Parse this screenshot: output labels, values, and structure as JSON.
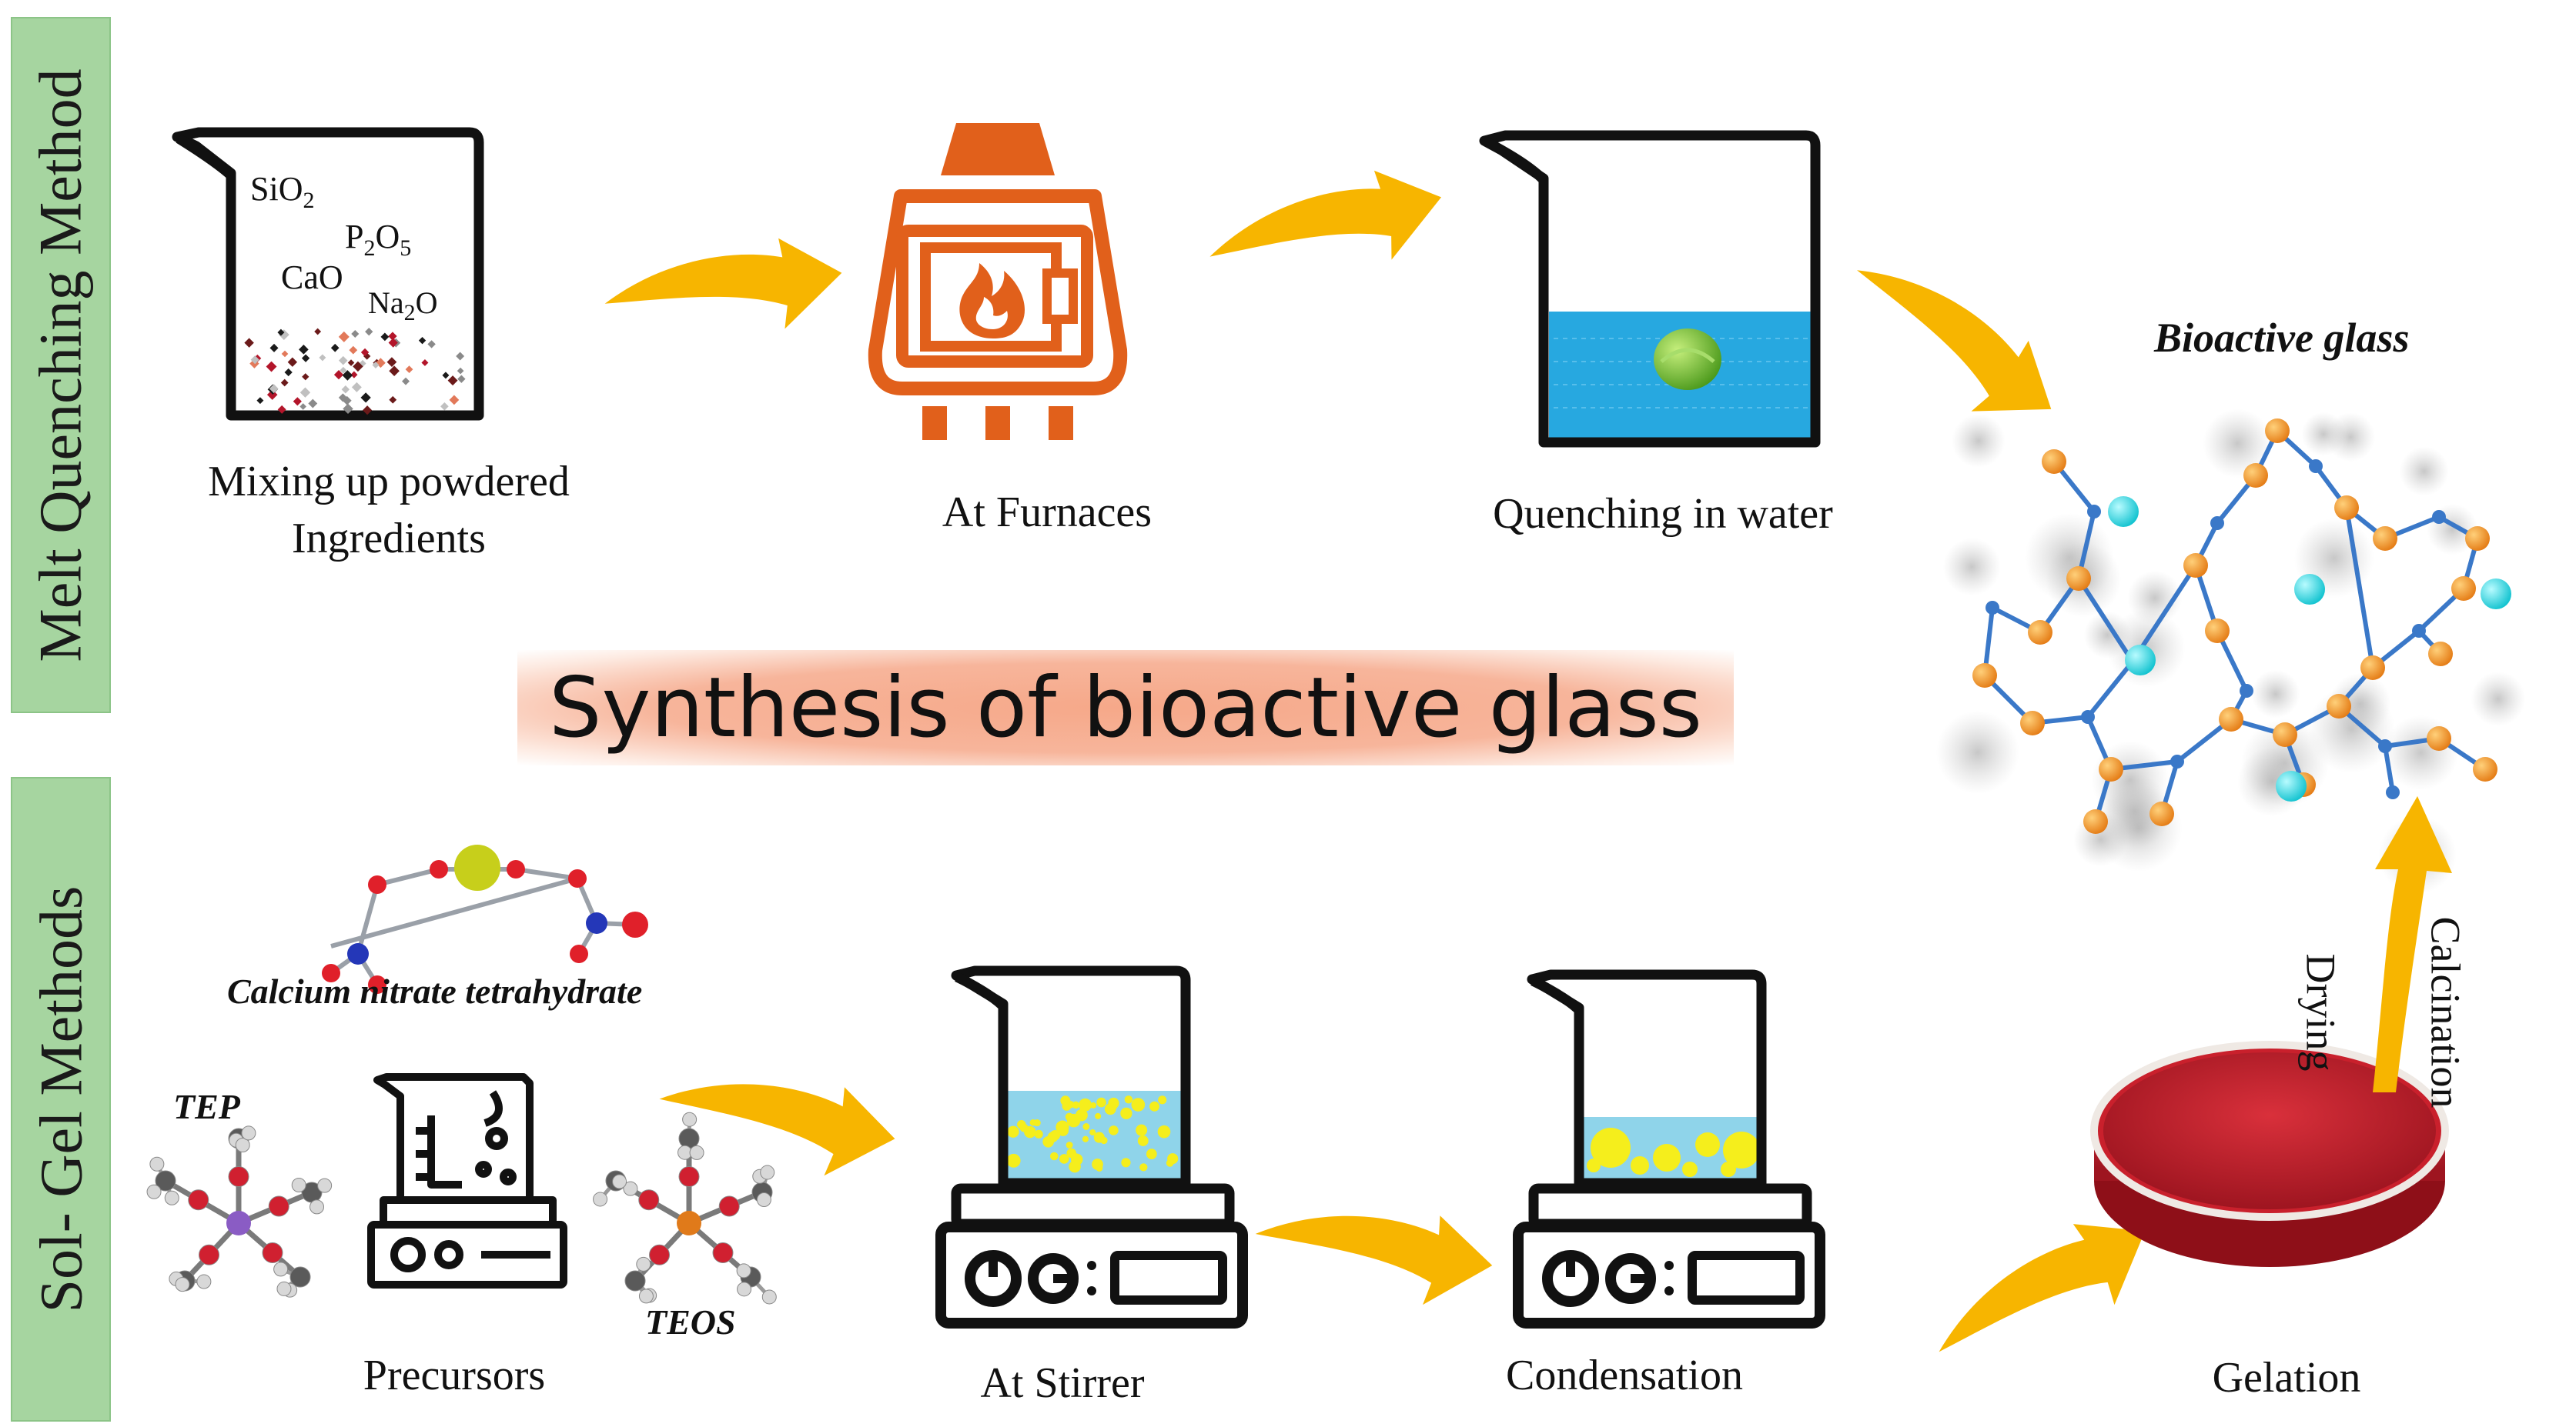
{
  "sidebars": {
    "top": "Melt Quenching  Method",
    "bottom": "Sol- Gel Methods"
  },
  "title": "Synthesis of bioactive glass",
  "melt": {
    "ingredients": {
      "sio2": {
        "base": "SiO",
        "sub": "2"
      },
      "p2o5": {
        "b1": "P",
        "s1": "2",
        "b2": "O",
        "s2": "5"
      },
      "cao": "CaO",
      "na2o": {
        "b1": "Na",
        "s1": "2",
        "b2": "O"
      }
    },
    "step1": "Mixing  up powdered Ingredients",
    "step2": "At Furnaces",
    "step3": "Quenching in water",
    "result": "Bioactive glass"
  },
  "solgel": {
    "calcium": "Calcium nitrate tetrahydrate",
    "tep": "TEP",
    "teos": "TEOS",
    "precursors": "Precursors",
    "stirrer": "At Stirrer",
    "condensation": "Condensation",
    "gelation": "Gelation",
    "drying": "Drying",
    "calcination": "Calcination"
  },
  "colors": {
    "arrow": "#f7b500",
    "furnace": "#e1601b",
    "water": "#27a8e0",
    "sol": "#8fd4ea",
    "sol_particle": "#f5ee1c",
    "gel": "#c9202c",
    "sidebar": "#a6d5a0",
    "title_glow": "#f6a889",
    "network_bond": "#3a78c8",
    "network_oxygen": "#f29a33",
    "network_ion": "#27d7e0"
  },
  "icons": [
    "beaker-icon",
    "furnace-icon",
    "flame-icon",
    "stirrer-icon",
    "molecule-icon",
    "petri-dish-icon",
    "arrow-icon",
    "glass-network-icon"
  ]
}
